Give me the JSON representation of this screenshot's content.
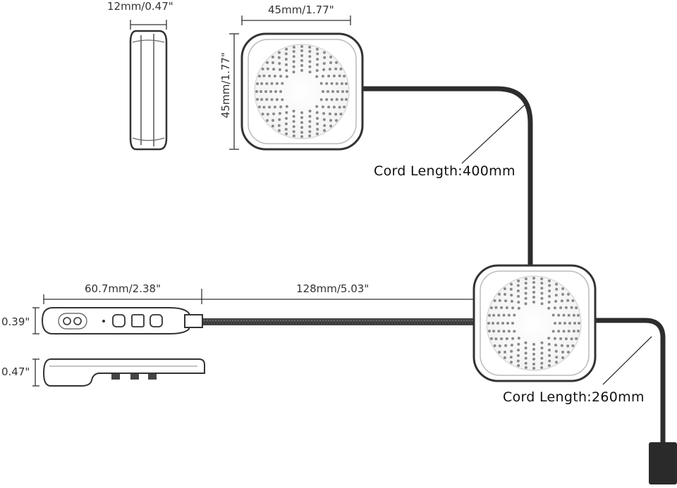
{
  "diagram": {
    "side_width": "12mm/0.47\"",
    "speaker_width": "45mm/1.77\"",
    "speaker_height": "45mm/1.77\"",
    "cord_upper": "Cord Length:400mm",
    "cord_lower": "Cord Length:260mm",
    "remote_length": "60.7mm/2.38\"",
    "cable_length": "128mm/5.03\"",
    "remote_thickness_top": "0.39\"",
    "remote_thickness_side": "0.47\""
  }
}
